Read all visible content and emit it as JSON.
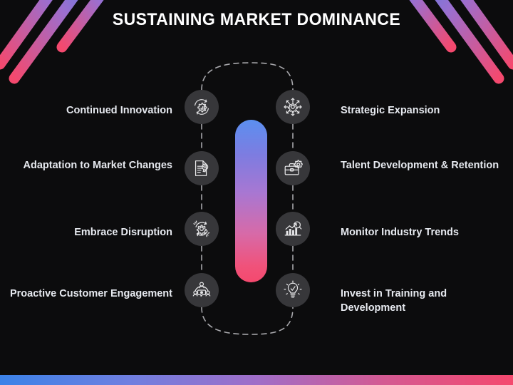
{
  "slide": {
    "title": "SUSTAINING MARKET DOMINANCE",
    "background_color": "#0c0c0d",
    "accent_gradient_start": "#3b82e8",
    "accent_gradient_end": "#f4496e",
    "circle_color": "#37373a",
    "text_color": "#e6e9ef"
  },
  "decorations": {
    "top_left_stripes": "diagonal-gradient-stripes",
    "top_right_stripes": "diagonal-gradient-stripes",
    "center_pill": "vertical-gradient-pill",
    "bottom_bar": "horizontal-gradient-bar"
  },
  "items": {
    "left": [
      {
        "label": "Continued Innovation",
        "icon": "innovation-gear-chart-icon"
      },
      {
        "label": "Adaptation to Market Changes",
        "icon": "document-report-icon"
      },
      {
        "label": "Embrace Disruption",
        "icon": "gear-refresh-icon"
      },
      {
        "label": "Proactive Customer Engagement",
        "icon": "customer-engagement-icon"
      }
    ],
    "right": [
      {
        "label": "Strategic Expansion",
        "icon": "gear-expand-arrows-icon"
      },
      {
        "label": "Talent Development & Retention",
        "icon": "briefcase-gear-icon"
      },
      {
        "label": "Monitor Industry Trends",
        "icon": "bar-chart-magnifier-icon"
      },
      {
        "label": "Invest in Training and Development",
        "icon": "lightbulb-check-icon"
      }
    ]
  }
}
